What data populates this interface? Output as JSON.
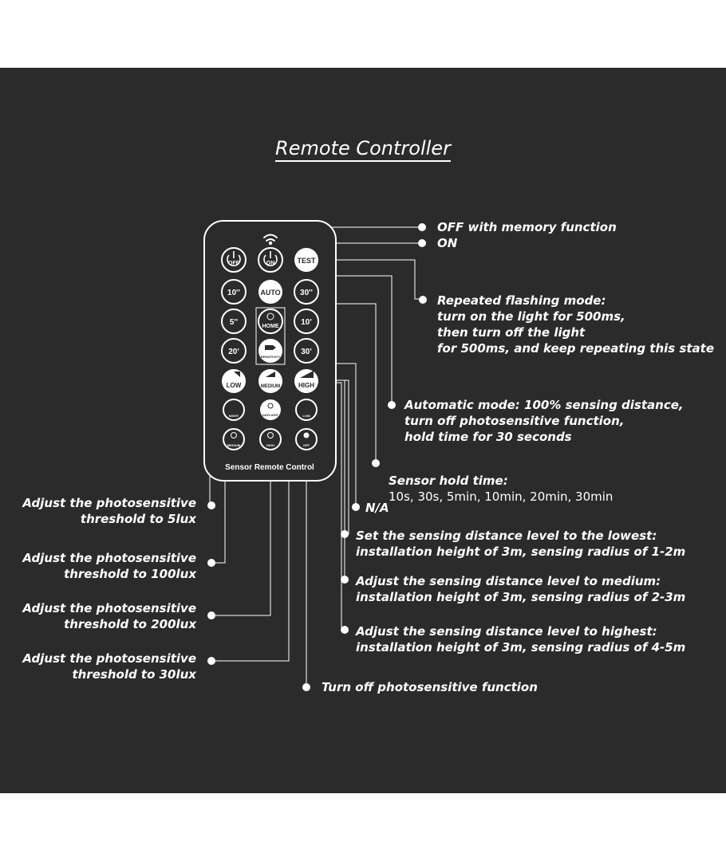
{
  "title": "Remote Controller",
  "remote": {
    "footer": "Sensor Remote Control",
    "btn_off": "OFF",
    "btn_on": "ON",
    "btn_test": "TEST",
    "btn_10s": "10''",
    "btn_auto": "AUTO",
    "btn_30s": "30''",
    "btn_5s": "5''",
    "btn_home": "HOME",
    "btn_10m": "10'",
    "btn_20s": "20'",
    "btn_sensitivity": "SENSITIVITY",
    "btn_30m": "30'",
    "btn_low": "LOW",
    "btn_medium": "MEDIUM",
    "btn_high": "HIGH",
    "btn_night": "NIGHT",
    "btn_daylight": "DAYLIGHT",
    "btn_lux_low": "LOW",
    "btn_lux_medium": "MEDIUM",
    "btn_lux_high": "HIGH",
    "btn_lux_off": "OFF"
  },
  "labels": {
    "off_memory": "OFF with memory function",
    "on": "ON",
    "test": "Repeated flashing mode:\nturn on the light for 500ms,\nthen turn off the light\nfor 500ms, and keep repeating this state",
    "auto": "Automatic mode: 100% sensing distance,\nturn off photosensitive function,\nhold time for 30 seconds",
    "hold_title": "Sensor hold time:",
    "hold_values": "10s, 30s, 5min, 10min, 20min, 30min",
    "na": "N/A",
    "dist_low": "Set the sensing distance level to the lowest:\ninstallation height of 3m, sensing radius of 1-2m",
    "dist_medium": "Adjust the sensing distance level to medium:\ninstallation height of 3m, sensing radius of 2-3m",
    "dist_high": "Adjust the sensing distance level to highest:\ninstallation height of 3m, sensing radius of 4-5m",
    "photo_off": "Turn off photosensitive function",
    "lux5": "Adjust the photosensitive\nthreshold to 5lux",
    "lux100": "Adjust the photosensitive\nthreshold to 100lux",
    "lux200": "Adjust the photosensitive\nthreshold to 200lux",
    "lux30": "Adjust the photosensitive\nthreshold to 30lux"
  },
  "colors": {
    "background": "#2b2b2b",
    "foreground": "#ffffff",
    "page": "#ffffff"
  }
}
